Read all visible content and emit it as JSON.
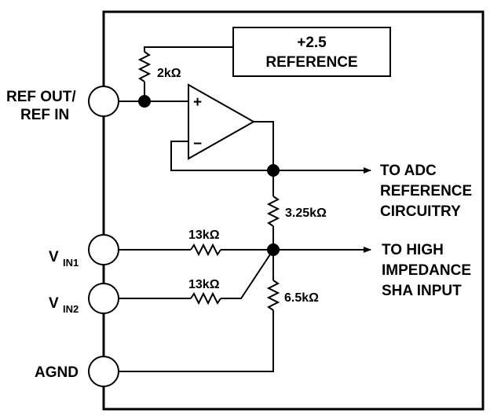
{
  "reference_block": {
    "line1": "+2.5",
    "line2": "REFERENCE"
  },
  "resistors": {
    "r_ref": "2kΩ",
    "r_div_top": "3.25kΩ",
    "r_div_bottom": "6.5kΩ",
    "r_vin1": "13kΩ",
    "r_vin2": "13kΩ"
  },
  "opamp": {
    "plus": "+",
    "minus": "−"
  },
  "pins": {
    "ref": {
      "line1": "REF OUT/",
      "line2": "REF IN"
    },
    "vin1": {
      "main": "V",
      "sub": "IN1"
    },
    "vin2": {
      "main": "V",
      "sub": "IN2"
    },
    "agnd": "AGND"
  },
  "outputs": {
    "adc": {
      "line1": "TO ADC",
      "line2": "REFERENCE",
      "line3": "CIRCUITRY"
    },
    "sha": {
      "line1": "TO HIGH",
      "line2": "IMPEDANCE",
      "line3": "SHA INPUT"
    }
  }
}
